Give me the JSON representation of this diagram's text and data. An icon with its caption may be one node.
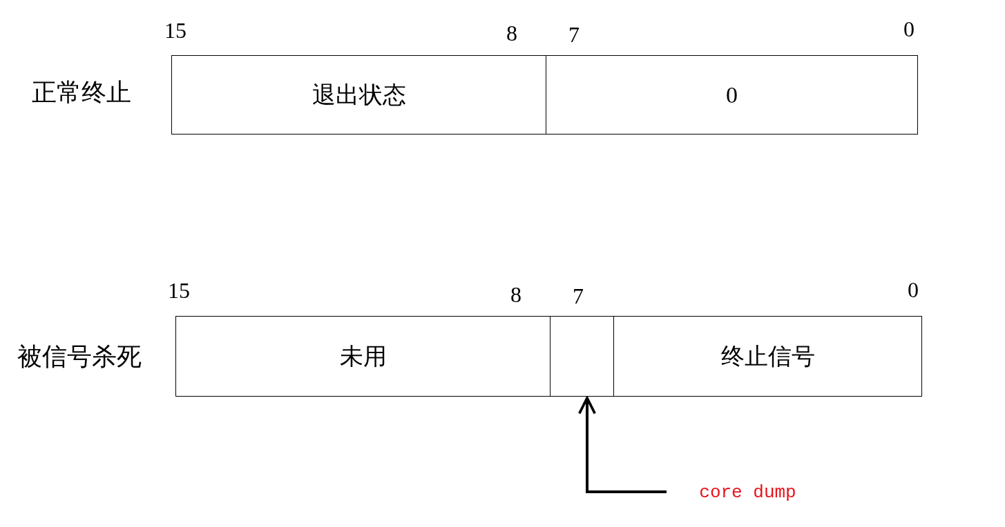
{
  "diagram": {
    "nodes": [
      {
        "text": [
          "退出状态"
        ]
      },
      {
        "text": [
          "0"
        ]
      },
      {
        "text": [
          "未用"
        ]
      },
      {
        "text": [],
        "shape": "box"
      },
      {
        "text": [
          "终止信号"
        ]
      },
      {
        "text": [
          "core dump"
        ]
      }
    ],
    "edges": [
      {
        "from": 5,
        "to": 3,
        "arrow": "to"
      }
    ],
    "labels": [
      "15",
      "8",
      "7",
      "0",
      "正常终止",
      "15",
      "8",
      "7",
      "0",
      "被信号杀死"
    ]
  }
}
